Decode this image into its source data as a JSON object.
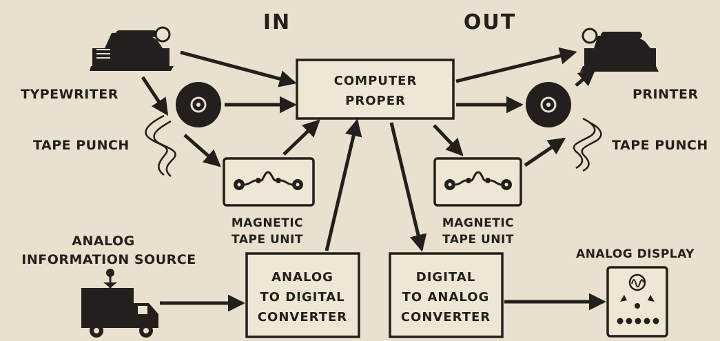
{
  "headers": {
    "in": "IN",
    "out": "OUT"
  },
  "computer": {
    "line1": "COMPUTER",
    "line2": "PROPER"
  },
  "left": {
    "typewriter": "TYPEWRITER",
    "tape_punch": "TAPE PUNCH",
    "mag_line1": "MAGNETIC",
    "mag_line2": "TAPE UNIT",
    "source_line1": "ANALOG",
    "source_line2": "INFORMATION SOURCE"
  },
  "right": {
    "printer": "PRINTER",
    "tape_punch": "TAPE PUNCH",
    "mag_line1": "MAGNETIC",
    "mag_line2": "TAPE UNIT",
    "display": "ANALOG DISPLAY"
  },
  "adc": {
    "line1": "ANALOG",
    "line2": "TO DIGITAL",
    "line3": "CONVERTER"
  },
  "dac": {
    "line1": "DIGITAL",
    "line2": "TO ANALOG",
    "line3": "CONVERTER"
  },
  "colors": {
    "ink": "#231f1c",
    "paper": "#e9e0cd",
    "box_fill": "#efe7d4"
  }
}
